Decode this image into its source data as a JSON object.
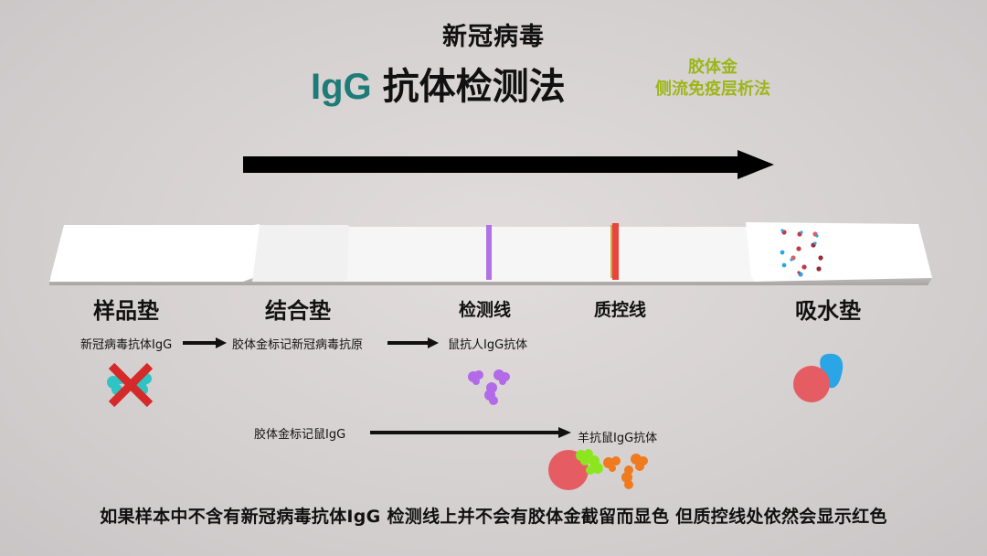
{
  "header": {
    "title_line1": "新冠病毒",
    "title_igg": "IgG",
    "title_line2": "抗体检测法",
    "method_line1": "胶体金",
    "method_line2": "侧流免疫层析法"
  },
  "strip": {
    "zones": [
      {
        "label": "样品垫"
      },
      {
        "label": "结合垫"
      },
      {
        "label": "检测线"
      },
      {
        "label": "质控线"
      },
      {
        "label": "吸水垫"
      }
    ]
  },
  "flow1": {
    "item1": "新冠病毒抗体IgG",
    "item2": "胶体金标记新冠病毒抗原",
    "item3": "鼠抗人IgG抗体"
  },
  "flow2": {
    "item1": "胶体金标记鼠IgG",
    "item2": "羊抗鼠IgG抗体"
  },
  "caption": "如果样本中不含有新冠病毒抗体IgG 检测线上并不会有胶体金截留而显色 但质控线处依然会显示红色",
  "colors": {
    "igg_teal": "#1e7b78",
    "method_green": "#9cb61a",
    "test_line_purple": "#a35ce0",
    "control_line_red": "#e8463c",
    "gold_particle": "#e55d62",
    "cross_red": "#d42a2a",
    "antibody_cyan": "#2fc4c4",
    "antigen_blue": "#2aa6e6",
    "goat_antibody_orange": "#f07a1e",
    "mouse_igg_green": "#8ce61e"
  }
}
